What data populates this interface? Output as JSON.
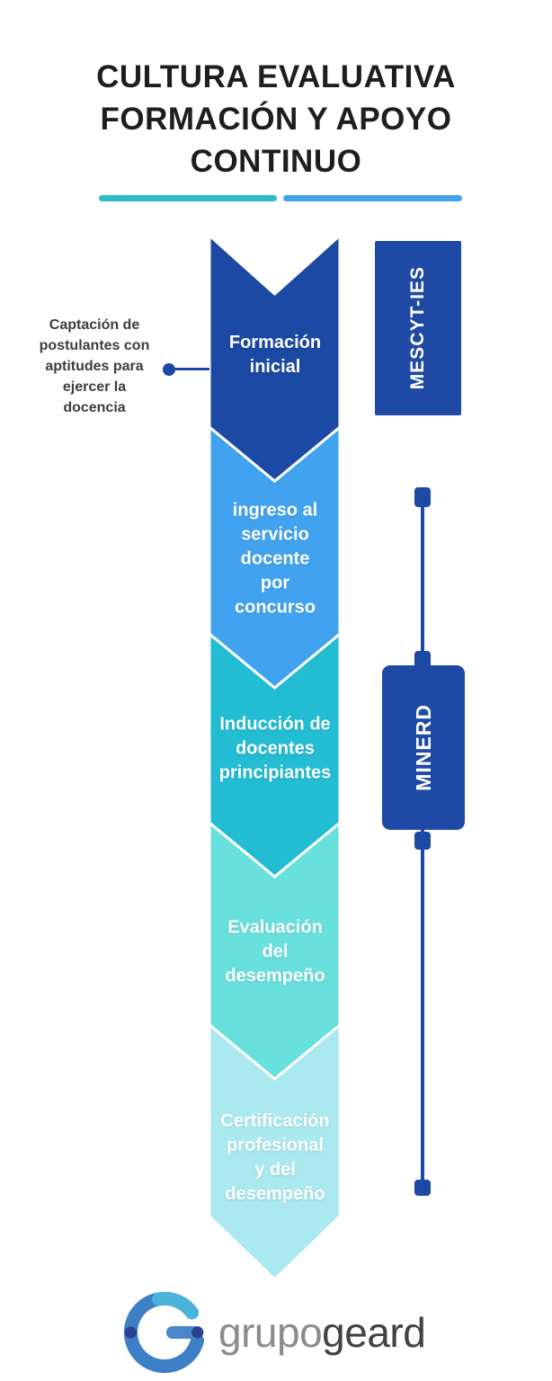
{
  "title": {
    "line1": "CULTURA EVALUATIVA",
    "line2": "FORMACIÓN Y APOYO",
    "line3": "CONTINUO"
  },
  "divider": {
    "left_color": "#2cbac6",
    "right_color": "#41a3ef"
  },
  "annotation": {
    "text": "Captación de\npostulantes con\naptitudes para\nejercer la\ndocencia"
  },
  "stages": [
    {
      "label": "Formación\ninicial",
      "color": "#1c49a4"
    },
    {
      "label": "ingreso al\nservicio\ndocente\npor\nconcurso",
      "color": "#41a3ef"
    },
    {
      "label": "Inducción de\ndocentes\nprincipiantes",
      "color": "#22bcd3"
    },
    {
      "label": "Evaluación\ndel\ndesempeño",
      "color": "#68e0dc"
    },
    {
      "label": "Certificación\nprofesional\ny del\ndesempeño",
      "color": "#aae9ef"
    }
  ],
  "side_labels": [
    {
      "text": "MESCYT-IES",
      "color": "#1e4aa5"
    },
    {
      "text": "MINERD",
      "color": "#1e4aa5"
    }
  ],
  "colors": {
    "connector": "#1c49a4"
  },
  "logo": {
    "text_light": "grupo",
    "text_dark": "geard",
    "text_light_color": "#8b8b8b",
    "text_dark_color": "#424242",
    "icon": {
      "ring_color": "#3e80c5",
      "arc_color": "#4ab3da",
      "bar_color": "#4a87c9",
      "dot_color": "#2c3e8f"
    }
  }
}
